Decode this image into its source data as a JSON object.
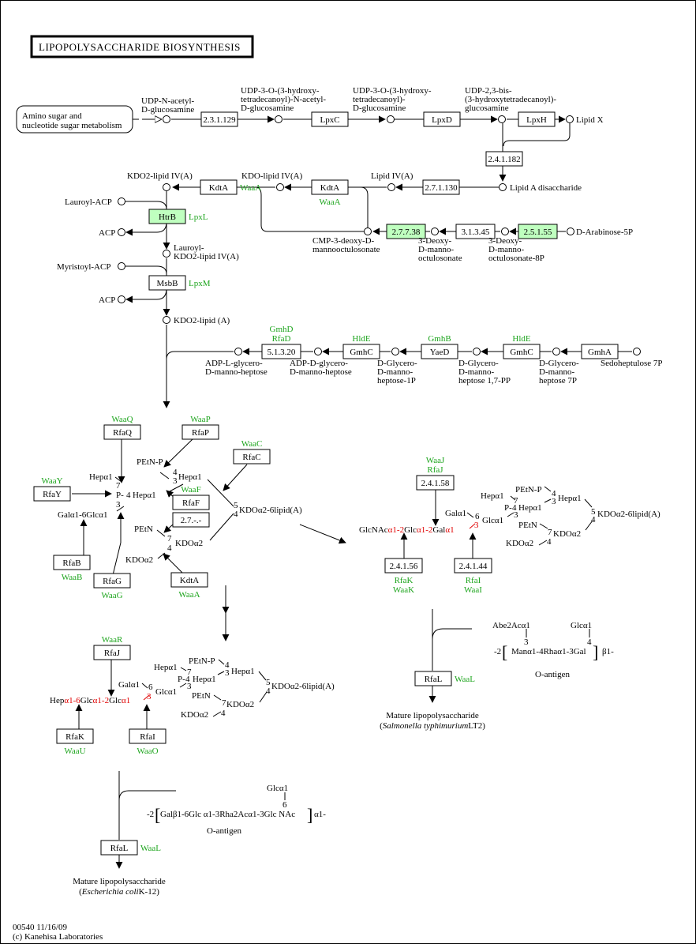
{
  "title": "LIPOPOLYSACCHARIDE  BIOSYNTHESIS",
  "link_map": "Amino sugar and|nucleotide sugar metabolism",
  "footer": {
    "map_id": "00540 11/16/09",
    "copyright": "(c) Kanehisa Laboratories"
  },
  "colors": {
    "highlight": "#bfffbf",
    "gene_alias": "#1ea51e",
    "linkage": "#e00000"
  },
  "enzymes": [
    {
      "id": "e_23129",
      "label": "2.3.1.129",
      "hl": false
    },
    {
      "id": "e_lpxc",
      "label": "LpxC",
      "hl": false
    },
    {
      "id": "e_lpxd",
      "label": "LpxD",
      "hl": false
    },
    {
      "id": "e_lpxh",
      "label": "LpxH",
      "hl": false
    },
    {
      "id": "e_241182",
      "label": "2.4.1.182",
      "hl": false
    },
    {
      "id": "e_271130",
      "label": "2.7.1.130",
      "hl": false
    },
    {
      "id": "e_kdta1",
      "label": "KdtA",
      "hl": false,
      "alias": "WaaA"
    },
    {
      "id": "e_kdta2",
      "label": "KdtA",
      "hl": false,
      "alias": "WaaA"
    },
    {
      "id": "e_htrb",
      "label": "HtrB",
      "hl": true,
      "alias": "LpxL"
    },
    {
      "id": "e_msbb",
      "label": "MsbB",
      "hl": false,
      "alias": "LpxM"
    },
    {
      "id": "e_27738",
      "label": "2.7.7.38",
      "hl": true
    },
    {
      "id": "e_31345",
      "label": "3.1.3.45",
      "hl": false
    },
    {
      "id": "e_25155",
      "label": "2.5.1.55",
      "hl": true
    },
    {
      "id": "e_51320",
      "label": "5.1.3.20",
      "hl": false,
      "alias": "GmhD|RfaD"
    },
    {
      "id": "e_gmhc1",
      "label": "GmhC",
      "hl": false,
      "alias": "HldE"
    },
    {
      "id": "e_yaed",
      "label": "YaeD",
      "hl": false,
      "alias": "GmhB"
    },
    {
      "id": "e_gmhc2",
      "label": "GmhC",
      "hl": false,
      "alias": "HldE"
    },
    {
      "id": "e_gmha",
      "label": "GmhA",
      "hl": false
    },
    {
      "id": "e_rfaq",
      "label": "RfaQ",
      "hl": false,
      "alias": "WaaQ"
    },
    {
      "id": "e_rfap",
      "label": "RfaP",
      "hl": false,
      "alias": "WaaP"
    },
    {
      "id": "e_rfac",
      "label": "RfaC",
      "hl": false,
      "alias": "WaaC"
    },
    {
      "id": "e_rfay",
      "label": "RfaY",
      "hl": false,
      "alias": "WaaY"
    },
    {
      "id": "e_rfaf",
      "label": "RfaF",
      "hl": false,
      "alias": "WaaF"
    },
    {
      "id": "e_27xx",
      "label": "2.7.-.-",
      "hl": false
    },
    {
      "id": "e_rfab",
      "label": "RfaB",
      "hl": false,
      "alias": "WaaB"
    },
    {
      "id": "e_rfag",
      "label": "RfaG",
      "hl": false,
      "alias": "WaaG"
    },
    {
      "id": "e_kdta3",
      "label": "KdtA",
      "hl": false,
      "alias": "WaaA"
    },
    {
      "id": "e_24158",
      "label": "2.4.1.58",
      "hl": false,
      "alias": "WaaJ|RfaJ"
    },
    {
      "id": "e_24156",
      "label": "2.4.1.56",
      "hl": false,
      "alias": "RfaK|WaaK"
    },
    {
      "id": "e_24144",
      "label": "2.4.1.44",
      "hl": false,
      "alias": "RfaI|WaaI"
    },
    {
      "id": "e_rfaj",
      "label": "RfaJ",
      "hl": false,
      "alias": "WaaR"
    },
    {
      "id": "e_rfak",
      "label": "RfaK",
      "hl": false,
      "alias": "WaaU"
    },
    {
      "id": "e_rfai",
      "label": "RfaI",
      "hl": false,
      "alias": "WaaO"
    },
    {
      "id": "e_rfal1",
      "label": "RfaL",
      "hl": false,
      "alias": "WaaL"
    },
    {
      "id": "e_rfal2",
      "label": "RfaL",
      "hl": false,
      "alias": "WaaL"
    }
  ],
  "compounds": {
    "udp_glcnac": "UDP-N-acetyl-|D-glucosamine",
    "udp_3o_glcnac": "UDP-3-O-(3-hydroxy-|tetradecanoyl)-N-acetyl-|D-glucosamine",
    "udp_3o_glcn": "UDP-3-O-(3-hydroxy-|tetradecanoyl)-|D-glucosamine",
    "udp_23bis": "UDP-2,3-bis-|(3-hydroxytetradecanoyl)-|glucosamine",
    "lipid_x": "Lipid X",
    "lipid_a_dis": "Lipid A disaccharide",
    "lipid_iva": "Lipid IV(A)",
    "kdo_lipid_iva": "KDO-lipid IV(A)",
    "kdo2_lipid_iva": "KDO2-lipid IV(A)",
    "lauroyl_acp": "Lauroyl-ACP",
    "acp1": "ACP",
    "lauroyl_kdo2": "Lauroyl-|KDO2-lipid IV(A)",
    "myristoyl_acp": "Myristoyl-ACP",
    "acp2": "ACP",
    "kdo2_lipid_a": "KDO2-lipid (A)",
    "cmp_kdo": "CMP-3-deoxy-D-|mannooctulosonate",
    "kdo": "3-Deoxy-|D-manno-|octulosonate",
    "kdo8p": "3-Deoxy-|D-manno-|octulosonate-8P",
    "ara5p": "D-Arabinose-5P",
    "adp_l_hep": "ADP-L-glycero-|D-manno-heptose",
    "adp_d_hep": "ADP-D-glycero-|D-manno-heptose",
    "hep1p": "D-Glycero-|D-manno-|heptose-1P",
    "hep17pp": "D-Glycero-|D-manno-|heptose 1,7-PP",
    "hep7p": "D-Glycero-|D-manno-|heptose 7P",
    "sedo7p": "Sedoheptulose 7P"
  },
  "core1": {
    "petn_p": "PEtN-P",
    "hep_a1_top": "Hepα1",
    "hep_a1_left": "Hepα1",
    "p4": "P-",
    "n7": "7",
    "n4a": "4",
    "n3a": "3",
    "n4b": "4",
    "n3b": "3",
    "hep_mid": "Hepα1",
    "gal_glc": "Galα1-6Glcα1",
    "petn": "PEtN",
    "n7b": "7",
    "n4c": "4",
    "kdo_a2_mid": "KDOα2",
    "kdo_a2_left": "KDOα2",
    "n5": "5",
    "n4d": "4",
    "kdo_lipid": "KDOα2-6lipid(A)"
  },
  "core_salmonella": {
    "chain_black1": "GlcNAc",
    "chain_red1": "α1-2",
    "chain_black2": "Glc",
    "chain_red2": "α1-2",
    "chain_black3": "Gal",
    "chain_red3": "α1",
    "red3": "3",
    "gal_a1": "Galα1",
    "n6": "6",
    "glc_a1": "Glcα1",
    "n3": "3",
    "hep_a1": "Hepα1",
    "n7": "7",
    "petn_p": "PEtN-P",
    "n4": "4",
    "p4": "P-",
    "n4x": "4",
    "hep_mid": "Hepα1",
    "n3x": "3",
    "hep_right": "Hepα1",
    "petn": "PEtN",
    "n7b": "7",
    "kdo_a2": "KDOα2",
    "kdo_a2_l": "KDOα2",
    "n4b": "4",
    "n5": "5",
    "n4c": "4",
    "kdo_lipid": "KDOα2-6lipid(A)"
  },
  "core_ecoli": {
    "chain_black1": "Hep",
    "chain_red1": "α1-6",
    "chain_black2": "Glc",
    "chain_red2": "α1-2",
    "chain_black3": "Glc",
    "chain_red3": "α1",
    "red3": "3",
    "gal_a1": "Galα1",
    "n6": "6",
    "glc_a1": "Glcα1",
    "n3": "3",
    "hep_a1": "Hepα1",
    "n7": "7",
    "petn_p": "PEtN-P",
    "n4": "4",
    "p4": "P-",
    "n4x": "4",
    "hep_mid": "Hepα1",
    "n3x": "3",
    "hep_right": "Hepα1",
    "petn": "PEtN",
    "n7b": "7",
    "kdo_a2": "KDOα2",
    "kdo_a2_l": "KDOα2",
    "n4b": "4",
    "n5": "5",
    "n4c": "4",
    "kdo_lipid": "KDOα2-6lipid(A)"
  },
  "oantigen_salmonella": {
    "abe": "Abe2Acα1",
    "glc": "Glcα1",
    "n3": "3",
    "n4": "4",
    "prefix": "-2",
    "repeat": "Manα1-4Rhaα1-3Gal",
    "suffix": "β1-",
    "label": "O-antigen",
    "product": "Mature lipopolysaccharide",
    "organism_italic": "Salmonella typhimurium",
    "strain": "LT2"
  },
  "oantigen_ecoli": {
    "glc": "Glcα1",
    "n6": "6",
    "prefix": "-2",
    "repeat": "Galβ1-6Glc α1-3Rha2Acα1-3Glc NAc",
    "suffix": "α1-",
    "label": "O-antigen",
    "product": "Mature lipopolysaccharide",
    "organism_italic": "Escherichia coli",
    "strain": "K-12"
  }
}
